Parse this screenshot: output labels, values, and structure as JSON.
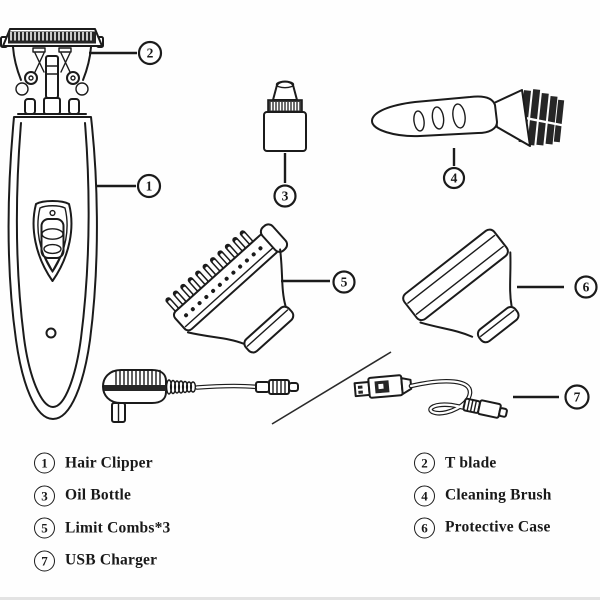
{
  "colors": {
    "line": "#1b1b1b",
    "background": "#fefefe",
    "dark_fill": "#262626"
  },
  "callouts": {
    "n1": "1",
    "n2": "2",
    "n3": "3",
    "n4": "4",
    "n5": "5",
    "n6": "6",
    "n7": "7"
  },
  "legend": {
    "left": [
      {
        "num": "1",
        "label": "Hair Clipper"
      },
      {
        "num": "3",
        "label": "Oil Bottle"
      },
      {
        "num": "5",
        "label": "Limit Combs*3"
      },
      {
        "num": "7",
        "label": "USB Charger"
      }
    ],
    "right": [
      {
        "num": "2",
        "label": "T blade"
      },
      {
        "num": "4",
        "label": "Cleaning Brush"
      },
      {
        "num": "6",
        "label": "Protective Case"
      }
    ]
  }
}
